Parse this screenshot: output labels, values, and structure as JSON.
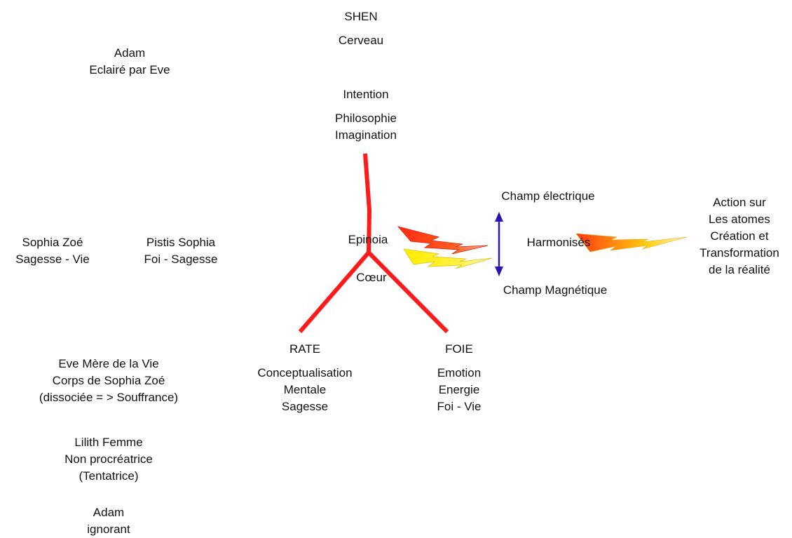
{
  "top": {
    "line1": "SHEN",
    "line2": "Cerveau"
  },
  "adam_eclaire": {
    "line1": "Adam",
    "line2": "Eclairé par Eve"
  },
  "intention": {
    "line1": "Intention",
    "line2": "Philosophie",
    "line3": "Imagination"
  },
  "sophia_zoe": {
    "line1": "Sophia Zoé",
    "line2": "Sagesse - Vie"
  },
  "pistis_sophia": {
    "line1": "Pistis Sophia",
    "line2": "Foi - Sagesse"
  },
  "center": {
    "epinoia": "Epinoia",
    "coeur": "Cœur"
  },
  "champs": {
    "electrique": "Champ électrique",
    "magnetique": "Champ Magnétique",
    "harmonises": "Harmonisés"
  },
  "action": {
    "line1": "Action sur",
    "line2": "Les atomes",
    "line3": "Création et",
    "line4": "Transformation",
    "line5": "de la réalité"
  },
  "rate": {
    "title": "RATE",
    "line1": "Conceptualisation",
    "line2": "Mentale",
    "line3": "Sagesse"
  },
  "foie": {
    "title": "FOIE",
    "line1": "Emotion",
    "line2": "Energie",
    "line3": "Foi - Vie"
  },
  "eve": {
    "line1": "Eve Mère de la Vie",
    "line2": "Corps de Sophia Zoé",
    "line3": "(dissociée = > Souffrance)"
  },
  "lilith": {
    "line1": "Lilith Femme",
    "line2": "Non procréatrice",
    "line3": "(Tentatrice)"
  },
  "adam_ignorant": {
    "line1": "Adam",
    "line2": "ignorant"
  },
  "colors": {
    "tree": "#ff1a1a",
    "arrow": "#2a17b0",
    "bolt_red": "#ff3010",
    "bolt_yellow": "#ffee00"
  }
}
